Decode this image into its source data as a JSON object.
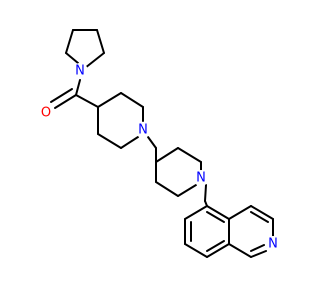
{
  "molecule": {
    "colors": {
      "bond": "#000000",
      "nitrogen": "#0000ff",
      "oxygen": "#ff0000",
      "background": "#ffffff"
    },
    "atom_labels": [
      {
        "id": "n-pyrrolidine",
        "element": "nitrogen",
        "text": "N"
      },
      {
        "id": "o-carbonyl",
        "element": "oxygen",
        "text": "O"
      },
      {
        "id": "n-piperidine-a",
        "element": "nitrogen",
        "text": "N"
      },
      {
        "id": "n-piperidine-b",
        "element": "nitrogen",
        "text": "N"
      },
      {
        "id": "n-isoquinoline",
        "element": "nitrogen",
        "text": "N"
      }
    ]
  }
}
